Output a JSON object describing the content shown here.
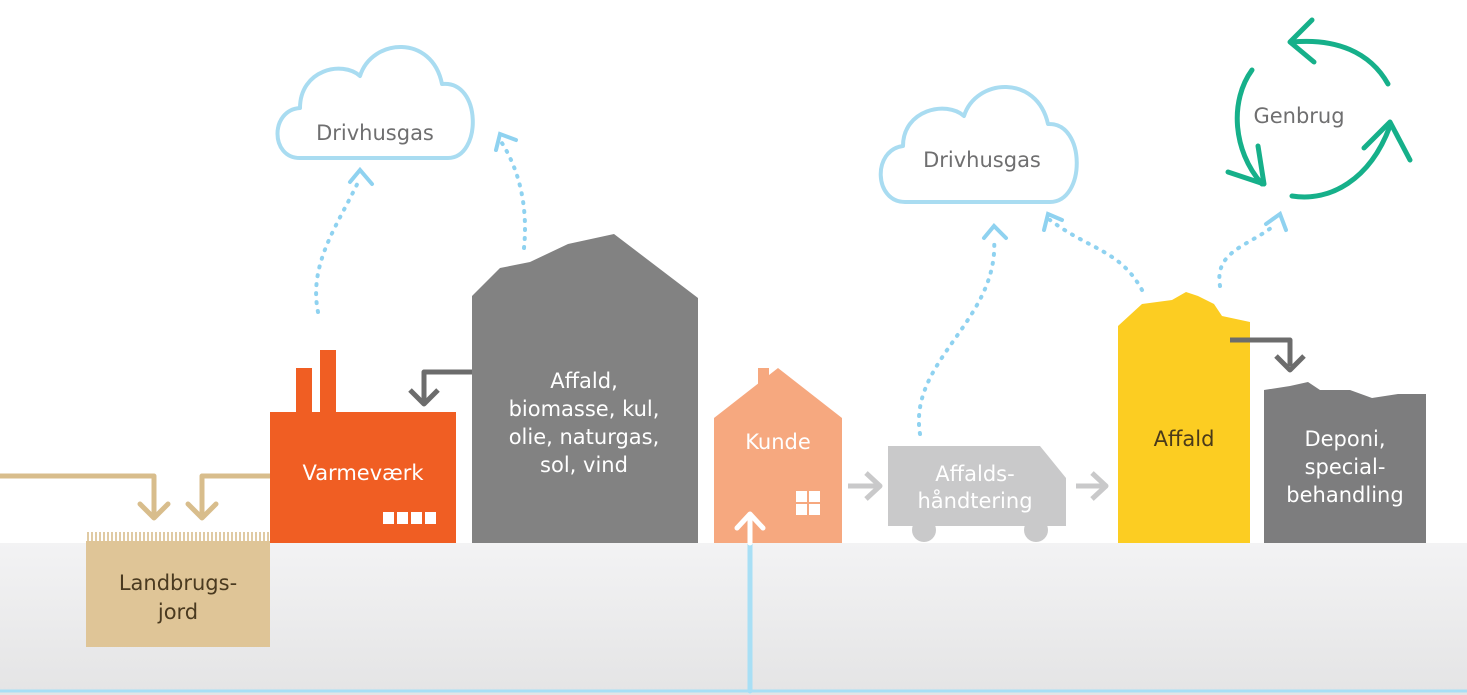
{
  "nodes": {
    "cloud_left": "Drivhusgas",
    "cloud_right": "Drivhusgas",
    "recycle": "Genbrug",
    "fuel_building": [
      "Affald,",
      "biomasse, kul,",
      "olie, naturgas,",
      "sol, vind"
    ],
    "plant": "Varmeværk",
    "farmland": [
      "Landbrugs-",
      "jord"
    ],
    "customer": "Kunde",
    "truck": [
      "Affalds-",
      "håndtering"
    ],
    "waste": "Affald",
    "landfill": [
      "Deponi,",
      "special-",
      "behandling"
    ]
  },
  "colors": {
    "cloud": "#a9dcf1",
    "dotted": "#8fd2f0",
    "recycle": "#16b08a",
    "plant": "#f05e23",
    "fuel_building": "#828282",
    "farmland": "#dfc597",
    "farmland_line": "#d8bd8c",
    "customer": "#f6a87f",
    "truck": "#c9c9ca",
    "waste": "#fccd22",
    "landfill": "#7d7d7e",
    "ground_top": "#f2f2f3",
    "ground_bottom": "#e6e6e7",
    "pipe": "#a8dff5",
    "arrow_grey": "#6c6c6c"
  }
}
